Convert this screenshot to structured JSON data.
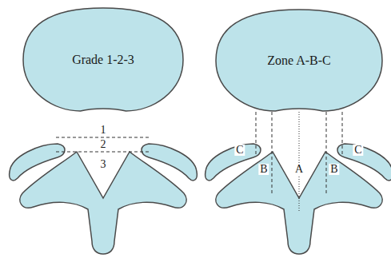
{
  "diagram": {
    "nodes": [
      {
        "text": [
          "Grade 1-2-3"
        ]
      },
      {
        "text": [
          "Zone A-B-C"
        ]
      }
    ],
    "labels": [
      "1",
      "2",
      "3",
      "C",
      "B",
      "A",
      "B",
      "C"
    ]
  }
}
